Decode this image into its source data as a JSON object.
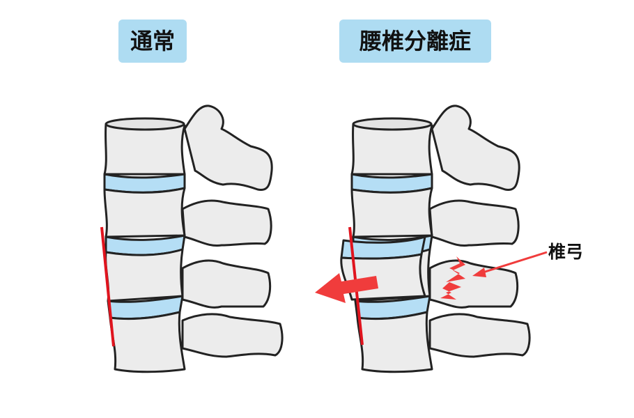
{
  "labels": {
    "normal": "通常",
    "spondylolysis": "腰椎分離症",
    "vertebral_arch": "椎弓"
  },
  "colors": {
    "bone": "#ececec",
    "disc": "#b5def5",
    "outline": "#222222",
    "alignment_line": "#e0141e",
    "arrow": "#f03c3c",
    "title_bg": "#aedcf2"
  }
}
